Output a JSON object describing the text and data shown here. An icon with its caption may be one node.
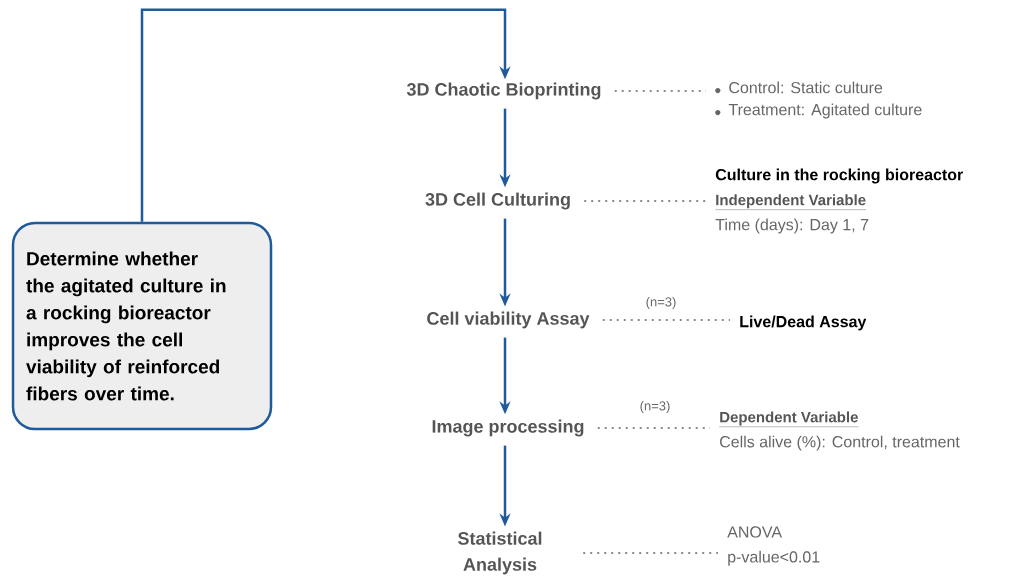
{
  "diagram": {
    "nodes": [
      {
        "text": [
          "Determine whether the agitated culture in a rocking bioreactor improves the cell viability of reinforced fibers over time."
        ]
      },
      {
        "text": [
          "3D Chaotic Bioprinting"
        ]
      },
      {
        "text": [
          "3D Cell Culturing"
        ]
      },
      {
        "text": [
          "Cell viability Assay"
        ]
      },
      {
        "text": [
          "Image processing"
        ]
      },
      {
        "text": [
          "Statistical Analysis"
        ]
      },
      {
        "text": [
          "Control: Static culture",
          "Treatment: Agitated culture"
        ]
      },
      {
        "text": [
          "Culture in the rocking bioreactor",
          "Independent Variable",
          "Time (days): Day 1, 7"
        ]
      },
      {
        "text": [
          "Live/Dead Assay"
        ]
      },
      {
        "text": [
          "Dependent Variable",
          "Cells alive (%): Control, treatment"
        ]
      },
      {
        "text": [
          "ANOVA",
          "p-value<0.01"
        ]
      }
    ],
    "edges": [
      {
        "from": 0,
        "to": 1,
        "arrow": "to"
      },
      {
        "from": 1,
        "to": 2,
        "arrow": "to"
      },
      {
        "from": 2,
        "to": 3,
        "arrow": "to"
      },
      {
        "from": 3,
        "to": 4,
        "arrow": "to"
      },
      {
        "from": 4,
        "to": 5,
        "arrow": "to"
      },
      {
        "from": 1,
        "to": 6,
        "arrow": "none",
        "style": "dashed",
        "color": "#666666"
      },
      {
        "from": 2,
        "to": 7,
        "arrow": "none",
        "style": "dashed",
        "color": "#666666"
      },
      {
        "from": 3,
        "to": 8,
        "arrow": "none",
        "style": "dashed",
        "color": "#666666",
        "label": "(n=3)"
      },
      {
        "from": 4,
        "to": 9,
        "arrow": "none",
        "style": "dashed",
        "color": "#666666",
        "label": "(n=3)"
      },
      {
        "from": 5,
        "to": 10,
        "arrow": "none",
        "style": "dashed",
        "color": "#666666"
      }
    ]
  }
}
